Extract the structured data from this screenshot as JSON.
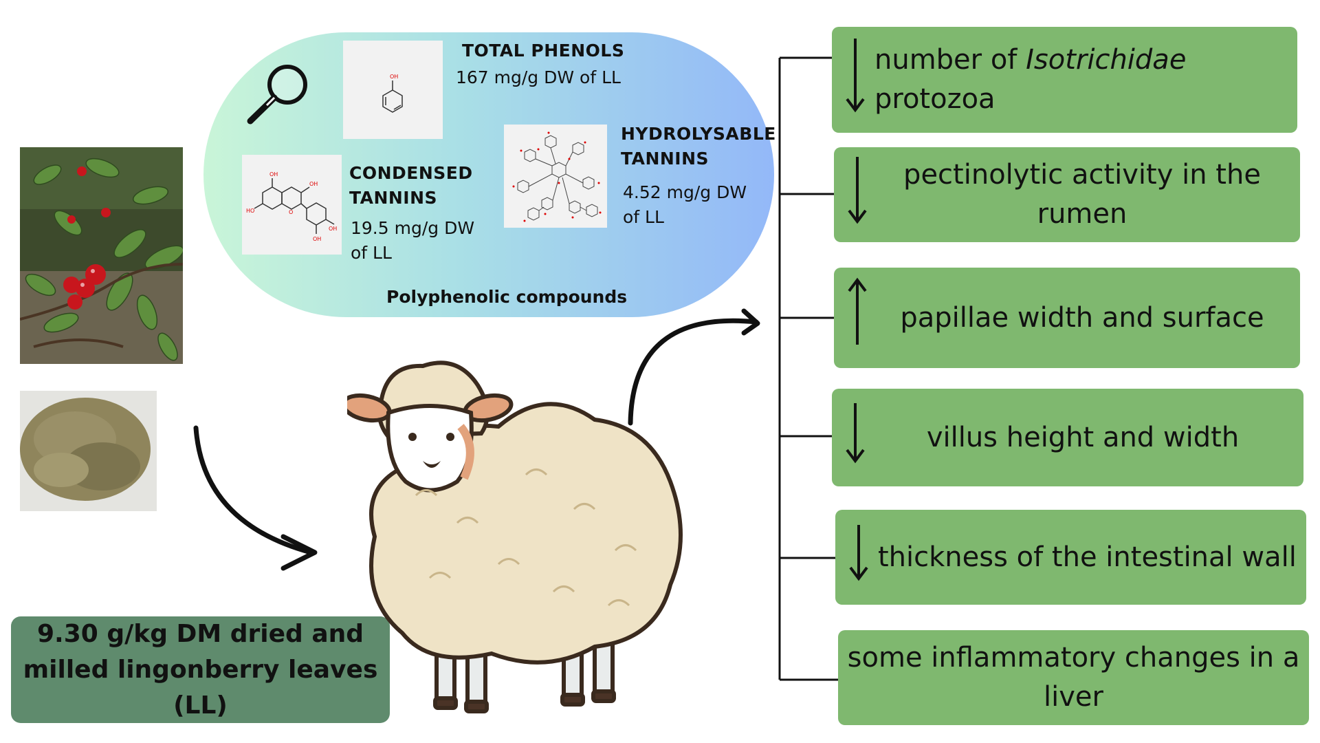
{
  "compounds": {
    "total_phenols": {
      "title": "TOTAL PHENOLS",
      "value": "167 mg/g DW of LL"
    },
    "condensed_tannins": {
      "title_line1": "CONDENSED",
      "title_line2": "TANNINS",
      "value_line1": "19.5 mg/g DW",
      "value_line2": "of LL"
    },
    "hydrolysable_tannins": {
      "title_line1": "HYDROLYSABLE",
      "title_line2": "TANNINS",
      "value_line1": "4.52 mg/g DW",
      "value_line2": "of LL"
    },
    "caption": "Polyphenolic compounds"
  },
  "dose": {
    "line1": "9.30 g/kg DM dried and",
    "line2": "milled lingonberry leaves (LL)"
  },
  "effects": [
    {
      "direction": "down",
      "text_pre": "number of ",
      "text_italic": "Isotrichidae",
      "text_post": " protozoa"
    },
    {
      "direction": "down",
      "line1": "pectinolytic activity in the",
      "line2": "rumen"
    },
    {
      "direction": "up",
      "line1": "papillae width and surface"
    },
    {
      "direction": "down",
      "line1": "villus height and width"
    },
    {
      "direction": "down",
      "line1": "thickness of the intestinal wall"
    },
    {
      "direction": "none",
      "line1": "some inflammatory changes in a",
      "line2": "liver"
    }
  ],
  "colors": {
    "effect_box": "#7fb86f",
    "dose_box": "#5f8b6d",
    "pill_left": "#c9f5d8",
    "pill_right": "#93b8f8"
  },
  "icons": [
    "magnifier-icon",
    "phenol-structure",
    "catechin-structure",
    "tannic-acid-structure",
    "sheep-illustration",
    "berry-photo",
    "leaf-powder-photo"
  ]
}
